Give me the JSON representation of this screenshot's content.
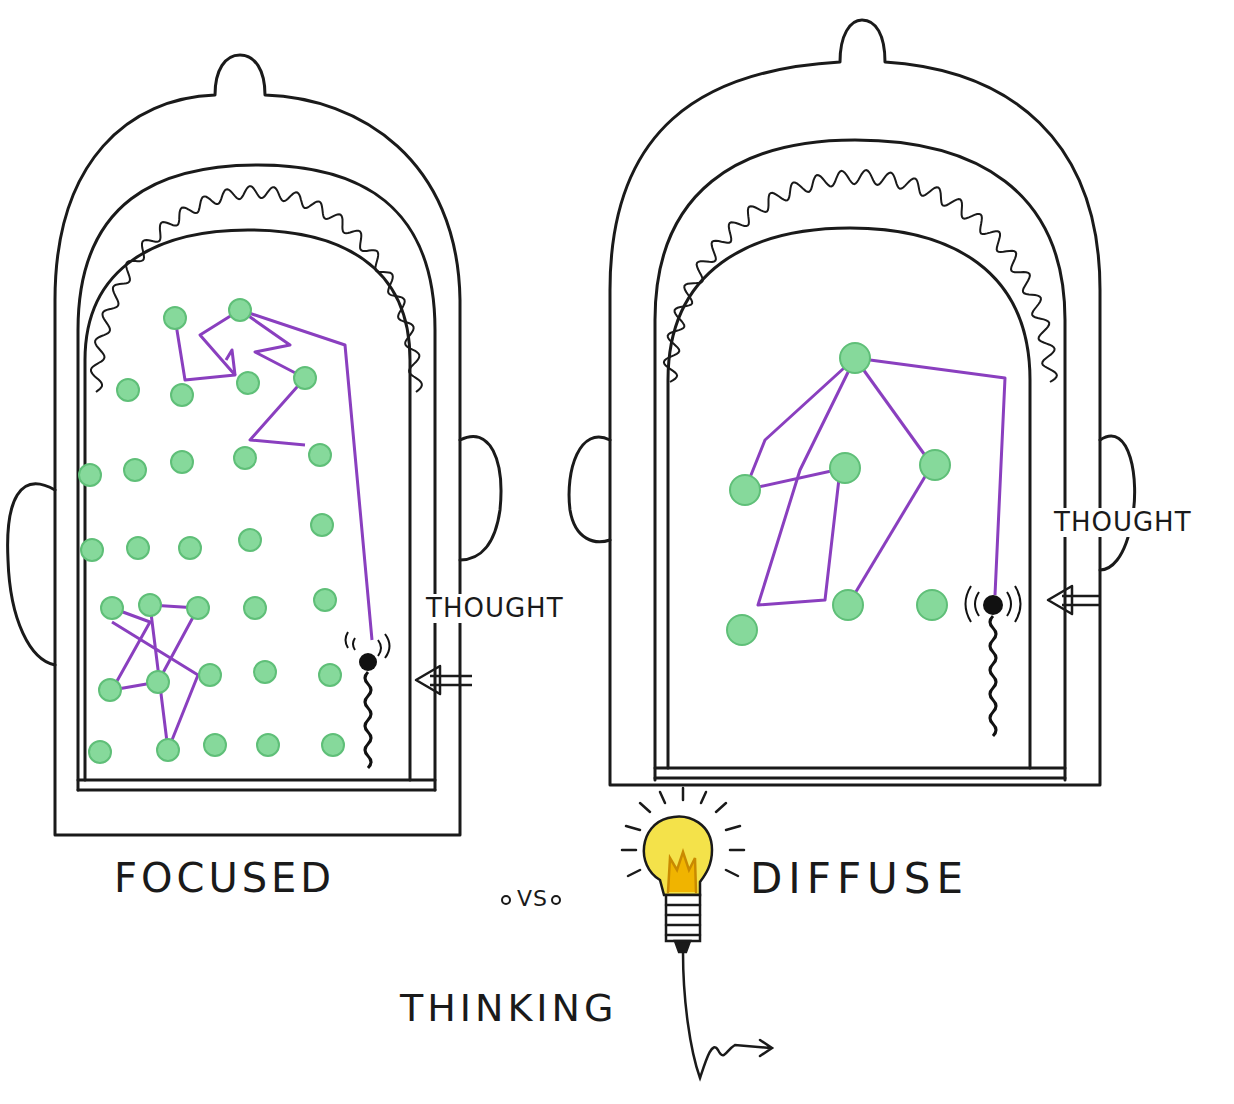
{
  "diagram": {
    "labels": [
      "THOUGHT",
      "THOUGHT",
      "FOCUSED",
      "VS",
      "DIFFUSE",
      "THINKING"
    ]
  }
}
